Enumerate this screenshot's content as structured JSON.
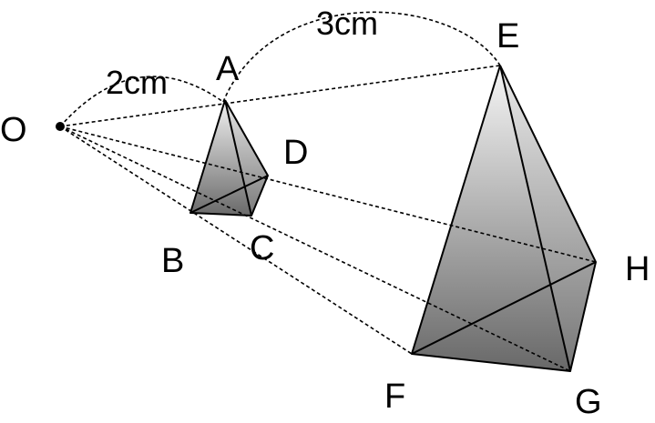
{
  "points": {
    "O": "O",
    "A": "A",
    "B": "B",
    "C": "C",
    "D": "D",
    "E": "E",
    "F": "F",
    "G": "G",
    "H": "H"
  },
  "distances": {
    "OA": "2cm",
    "AE": "3cm"
  },
  "colors": {
    "line": "#000000",
    "shade_light": "#f4f4f4",
    "shade_dark": "#6e6e6e"
  }
}
